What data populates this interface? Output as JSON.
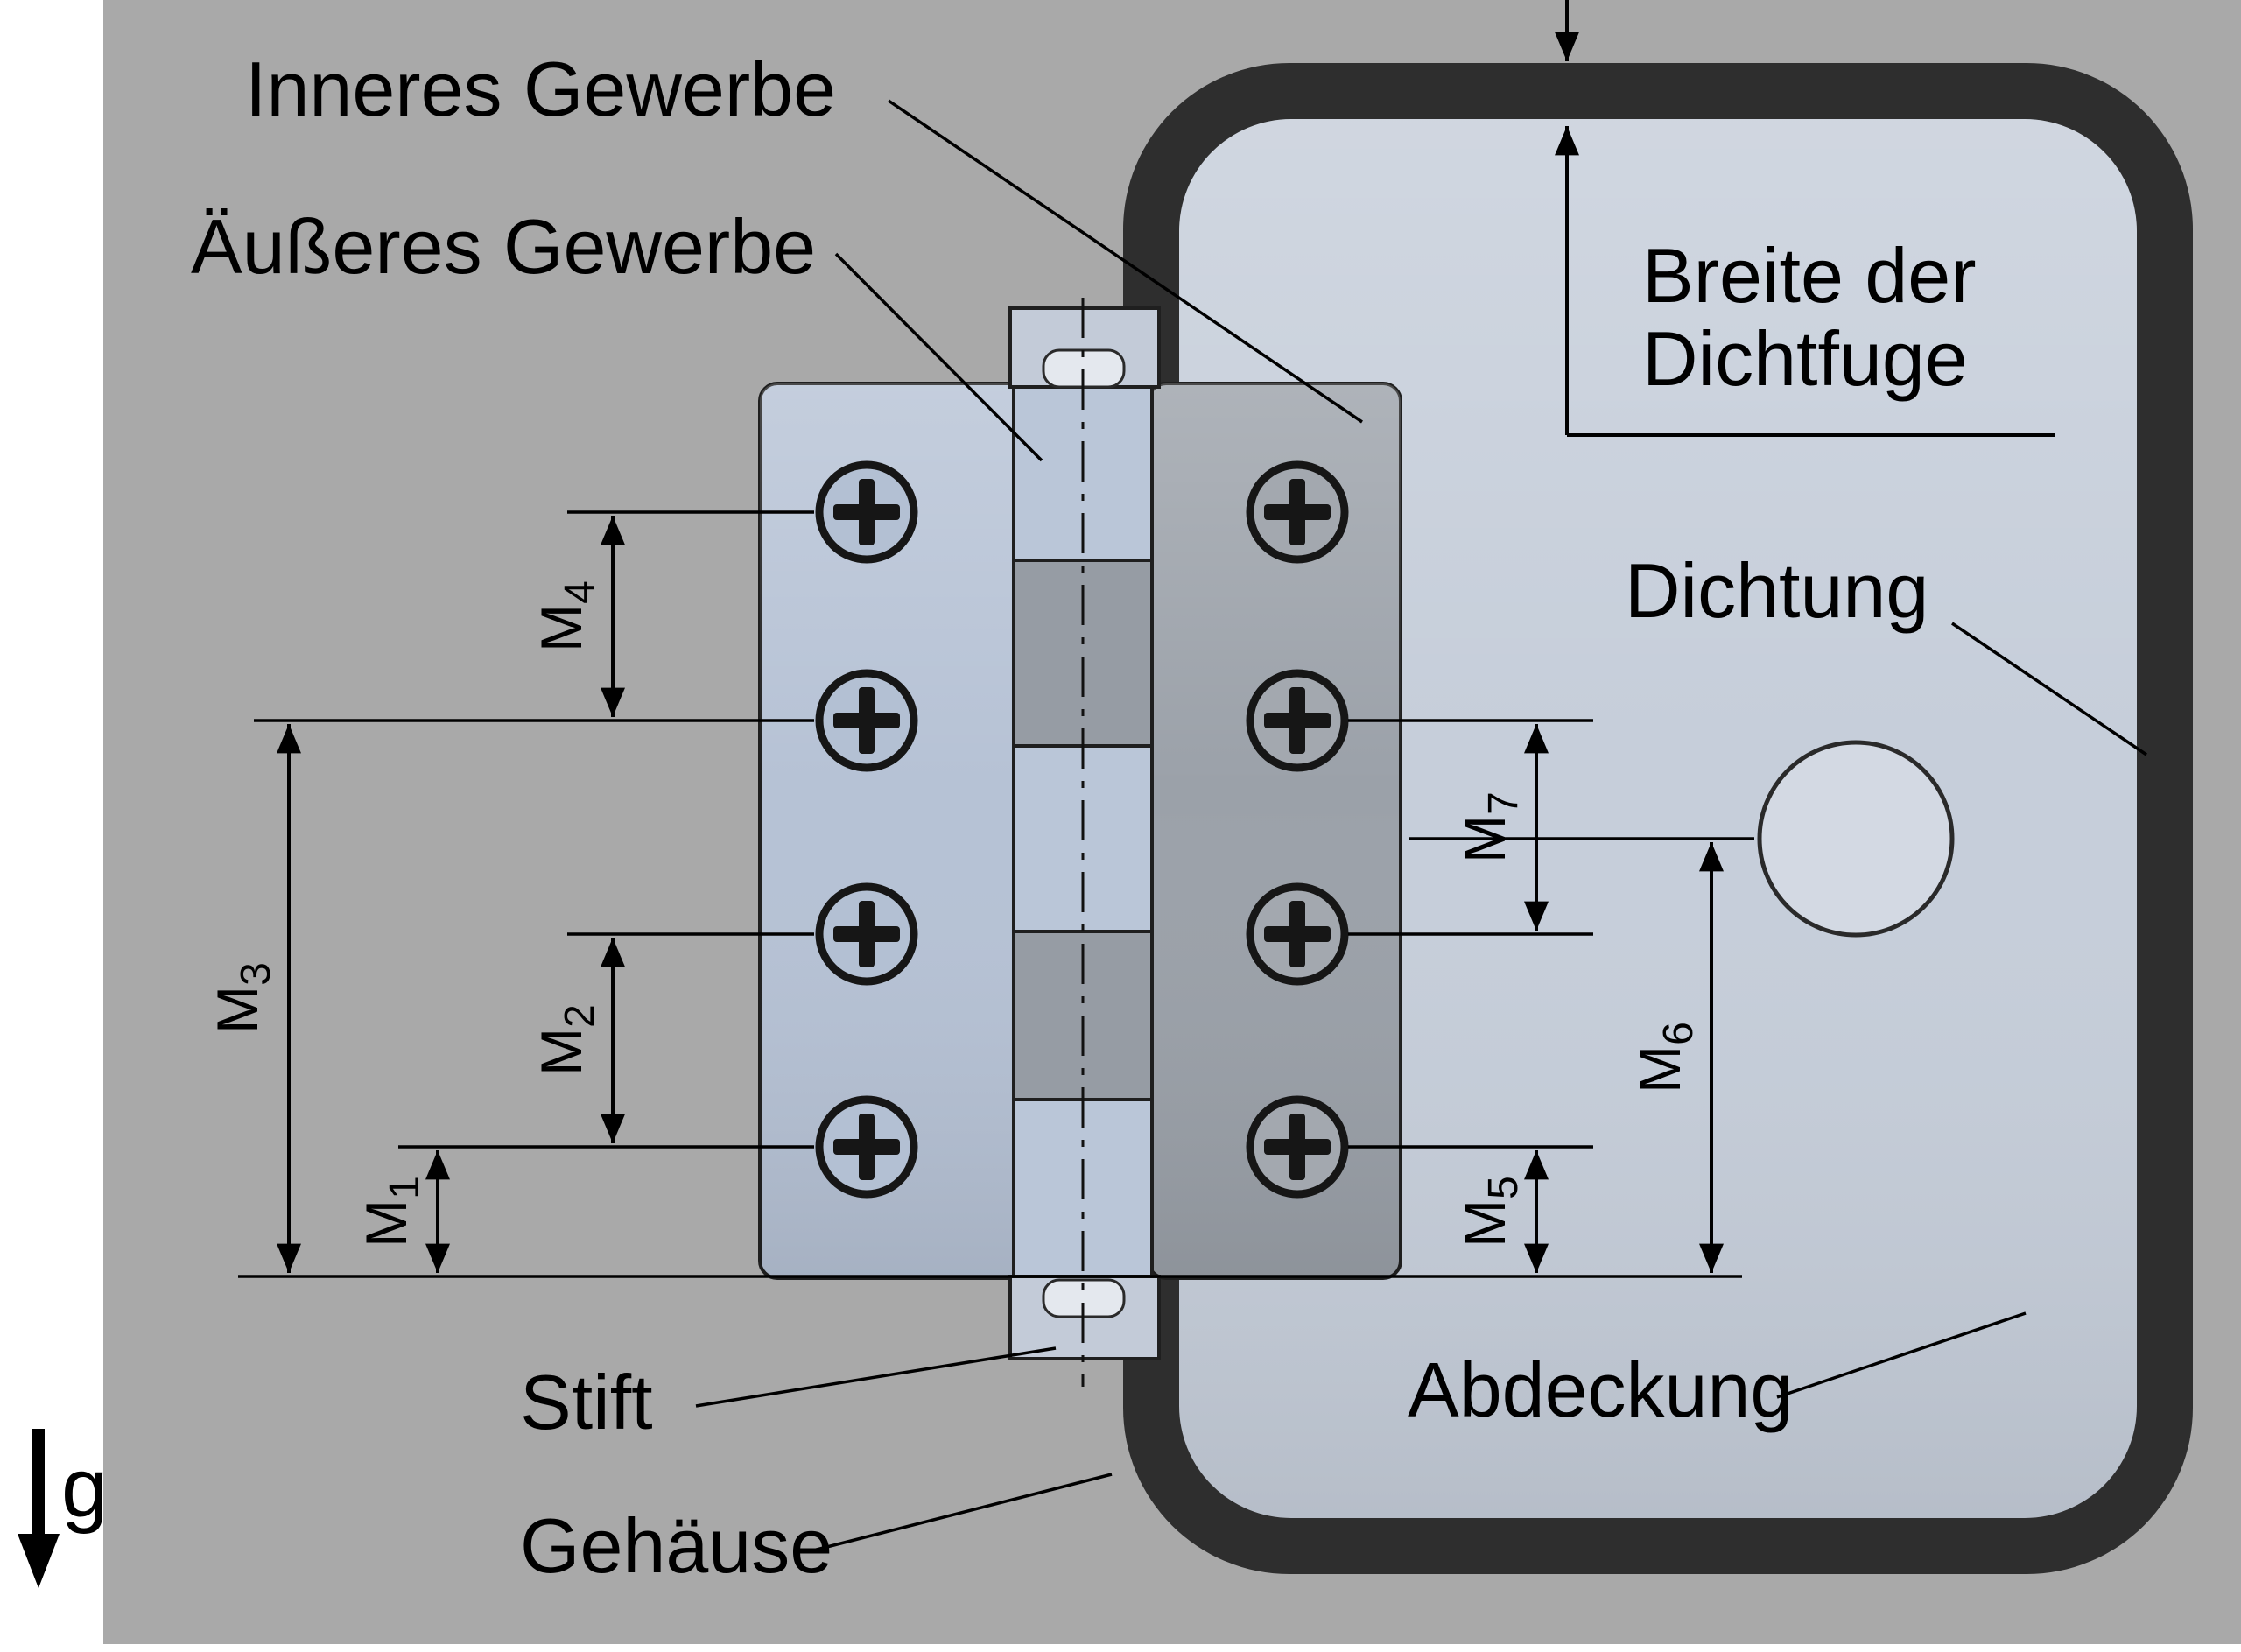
{
  "drawing": {
    "callouts": {
      "inneres": "Inneres Gewerbe",
      "aeusseres": "Äußeres Gewerbe",
      "breite_line1": "Breite der",
      "breite_line2": "Dichtfuge",
      "dichtung": "Dichtung",
      "abdeckung": "Abdeckung",
      "stift": "Stift",
      "gehaeuse": "Gehäuse"
    },
    "dims": {
      "m1": {
        "main": "M",
        "sub": "1"
      },
      "m2": {
        "main": "M",
        "sub": "2"
      },
      "m3": {
        "main": "M",
        "sub": "3"
      },
      "m4": {
        "main": "M",
        "sub": "4"
      },
      "m5": {
        "main": "M",
        "sub": "5"
      },
      "m6": {
        "main": "M",
        "sub": "6"
      },
      "m7": {
        "main": "M",
        "sub": "7"
      }
    },
    "gravity_label": "g",
    "colors": {
      "housing": "#a9a9a9",
      "cover_ring": "#2e2e2e",
      "cover_face": "#c6ceda",
      "leaf_outer": "#b6c2d5",
      "leaf_inner": "#9ba1a9",
      "knuckle_light": "#bac6d8",
      "knuckle_dark": "#969ca4",
      "tab": "#c3cbd8",
      "pin": "#e4e8ee",
      "screw_outer": "#b3c0d3",
      "screw_inner": "#a3a8af",
      "button": "#d3d9e3",
      "line": "#000000"
    }
  }
}
